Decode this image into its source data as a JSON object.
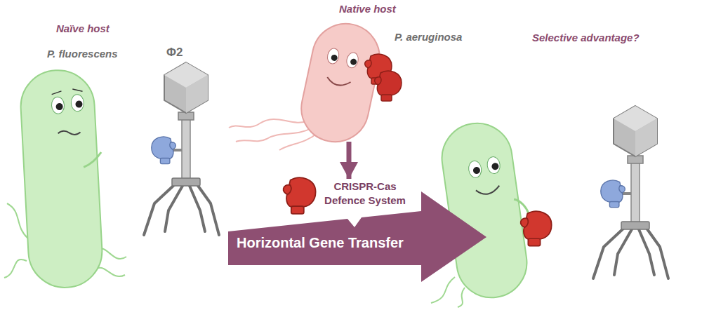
{
  "diagram": {
    "nodes": [
      {
        "text": [
          "Native host",
          "P. aeruginosa"
        ]
      },
      {
        "text": [
          "CRISPR-Cas Defence System"
        ]
      },
      {
        "text": [
          "Naïve host",
          "P. fluorescens"
        ]
      },
      {
        "text": [
          "Φ2"
        ]
      },
      {
        "text": [
          "Horizontal Gene Transfer"
        ]
      }
    ],
    "edges": [
      {
        "from": 0,
        "to": 1,
        "arrow": "to"
      }
    ],
    "labels": [
      "Selective advantage?"
    ]
  }
}
